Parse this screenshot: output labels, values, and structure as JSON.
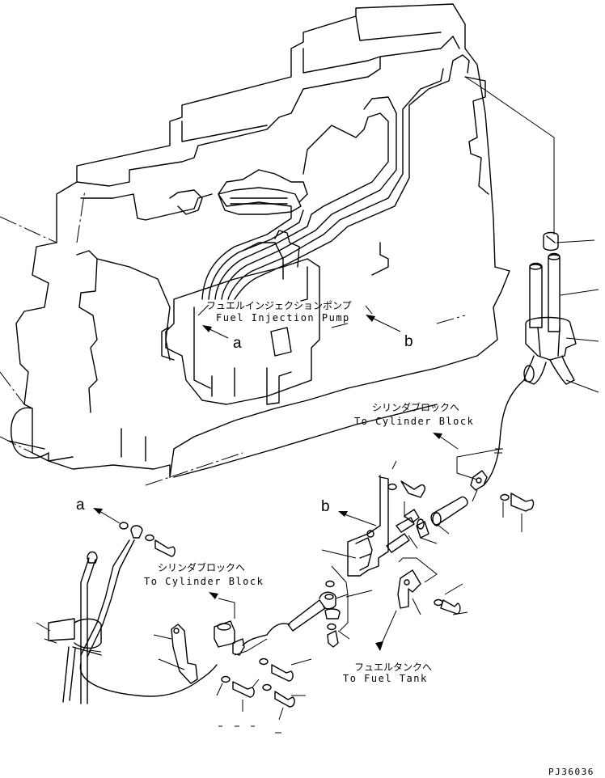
{
  "labels": {
    "fuel_injection_pump_jp": "フュエルインジェクションポンプ",
    "fuel_injection_pump_en": "Fuel Injection Pump",
    "to_cylinder_block_jp_1": "シリンダブロックへ",
    "to_cylinder_block_en_1": "To Cylinder Block",
    "to_cylinder_block_jp_2": "シリンダブロックへ",
    "to_cylinder_block_en_2": "To Cylinder Block",
    "to_fuel_tank_jp": "フュエルタンクへ",
    "to_fuel_tank_en": "To Fuel Tank"
  },
  "refs": {
    "a_upper": "a",
    "b_upper": "b",
    "a_lower": "a",
    "b_lower": "b"
  },
  "drawing_code": "PJ36036"
}
